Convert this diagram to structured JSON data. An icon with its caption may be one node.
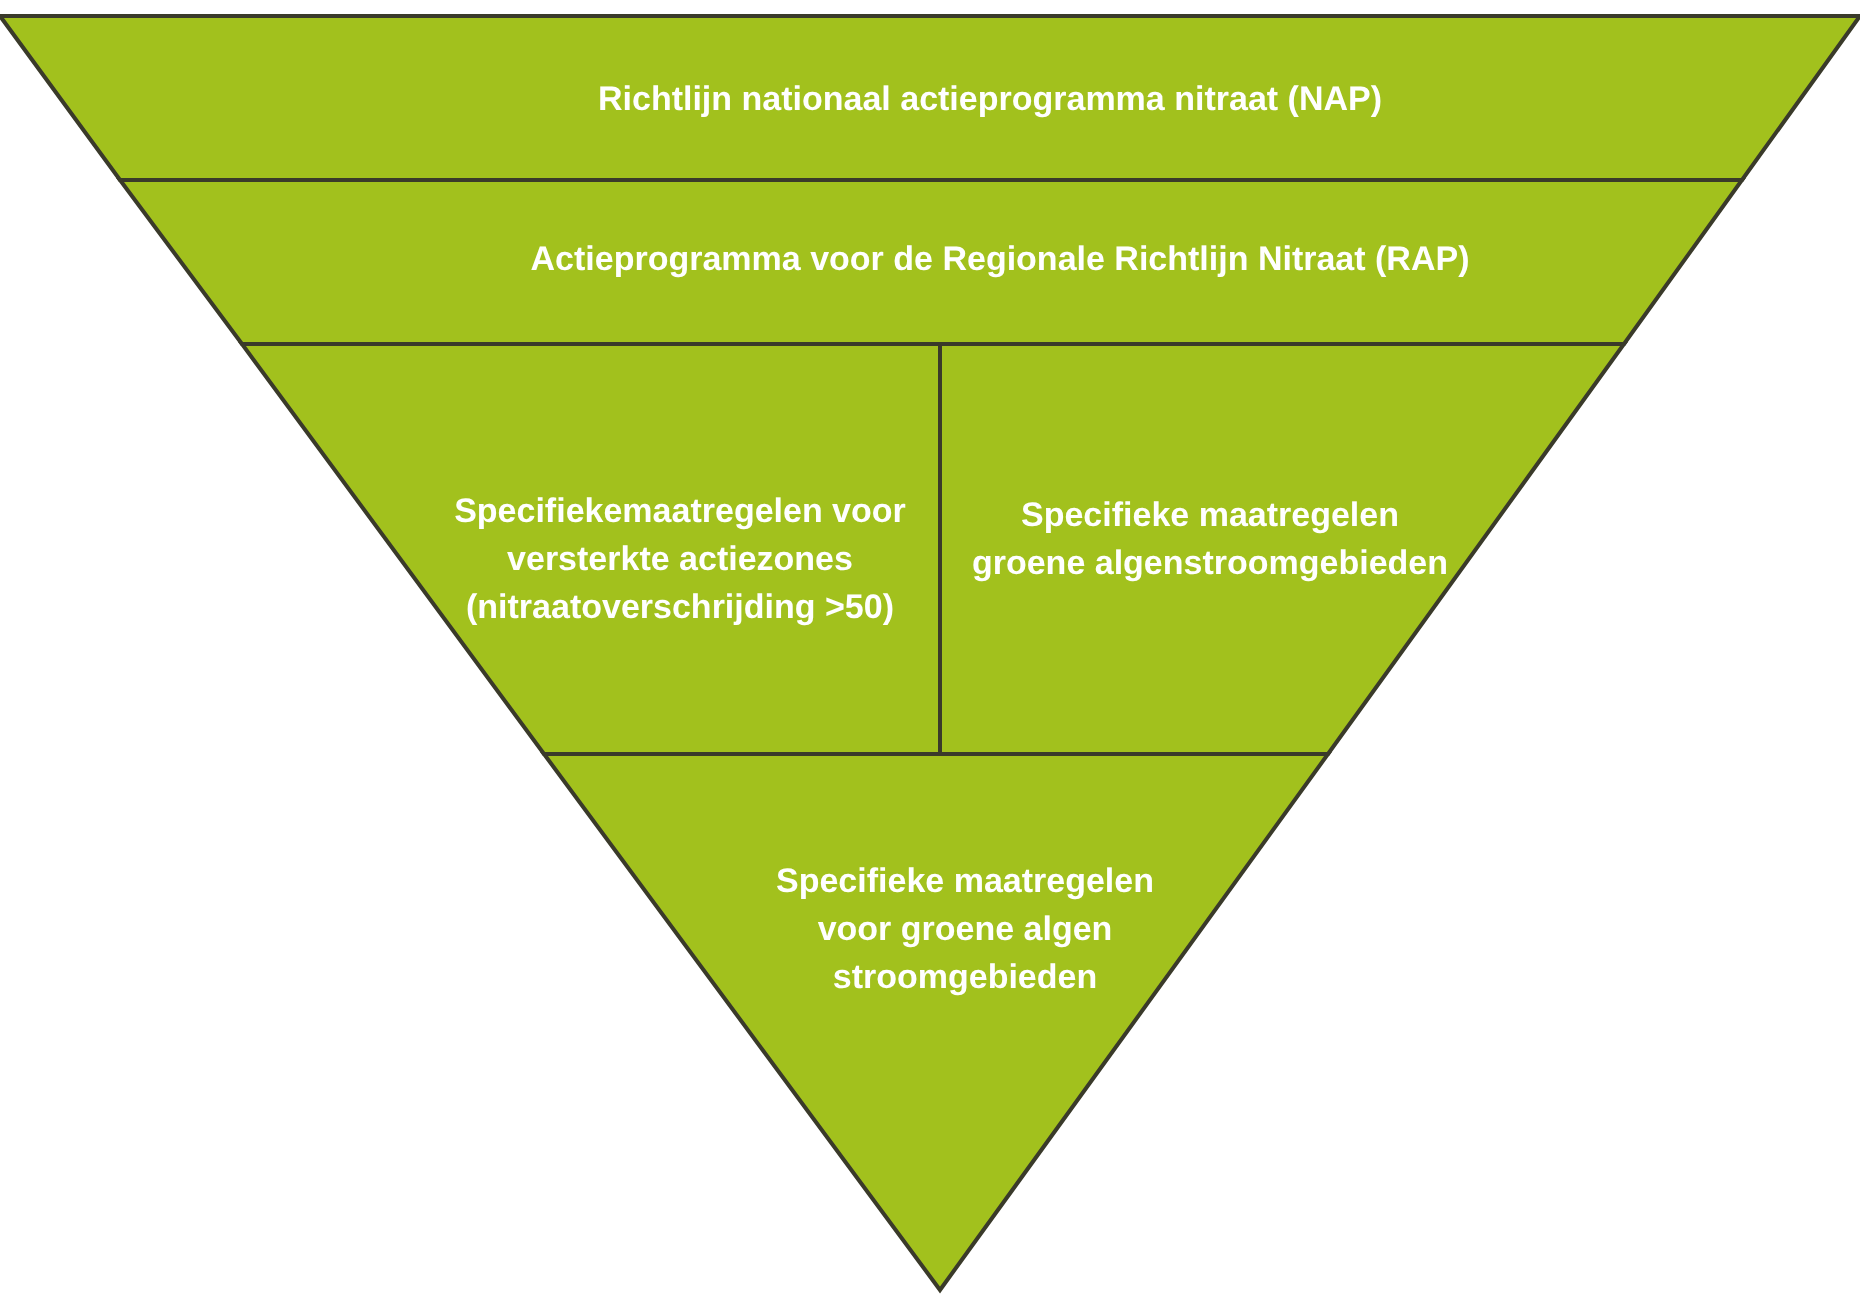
{
  "diagram": {
    "nodes": [
      {
        "text": [
          "Richtlijn nationaal actieprogramma nitraat (NAP)"
        ]
      },
      {
        "text": [
          "Actieprogramma voor de Regionale Richtlijn Nitraat (RAP)"
        ]
      },
      {
        "text": [
          "Specifiekemaatregelen voor versterkte actiezones (nitraatoverschrijding >50)"
        ]
      },
      {
        "text": [
          "Specifieke maatregelen groene algenstroomgebieden"
        ]
      },
      {
        "text": [
          "Specifieke maatregelen voor groene algen stroomgebieden"
        ]
      }
    ]
  }
}
